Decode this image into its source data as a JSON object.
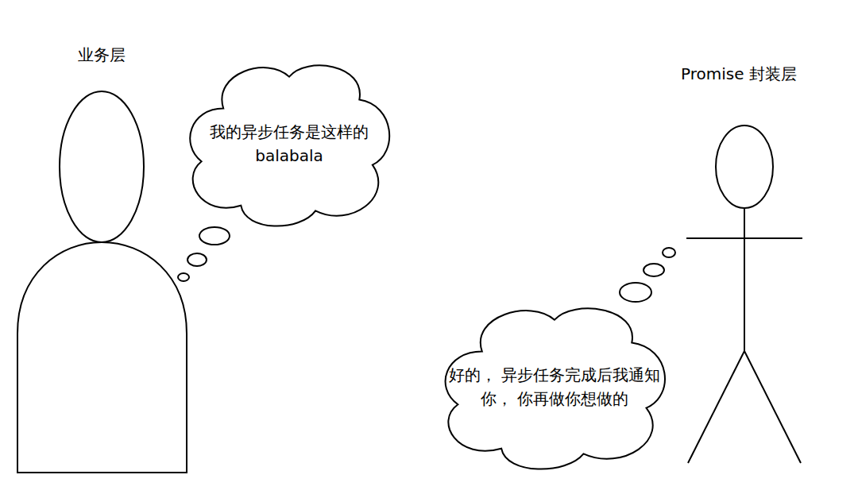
{
  "diagram": {
    "nodes": [
      {
        "text": [
          "业务层"
        ]
      },
      {
        "text": [
          "我的异步任务是这样的 balabala"
        ]
      },
      {
        "text": [
          "Promise 封装层"
        ]
      },
      {
        "text": [
          "好的， 异步任务完成后我通知你， 你再做你想做的"
        ]
      }
    ]
  }
}
